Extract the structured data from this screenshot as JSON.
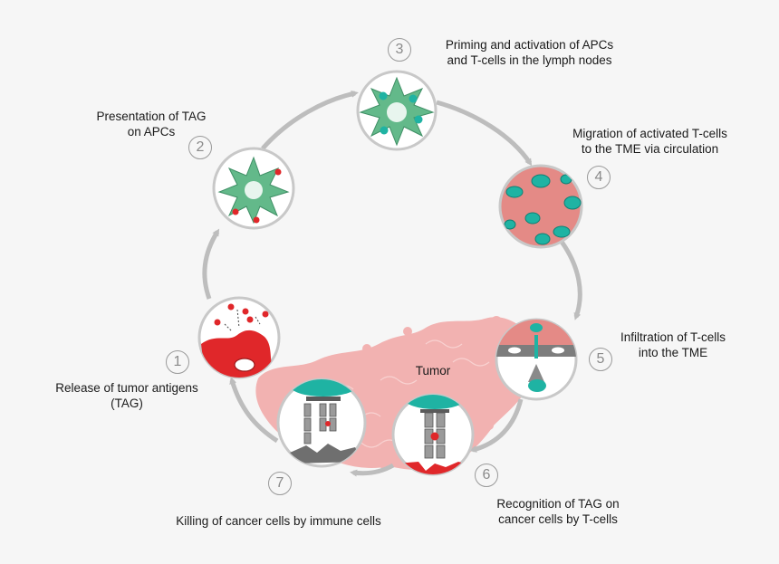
{
  "steps": [
    {
      "num": "1",
      "label": "Release of tumor antigens\n(TAG)"
    },
    {
      "num": "2",
      "label": "Presentation of TAG\non APCs"
    },
    {
      "num": "3",
      "label": "Priming and activation of APCs\nand T-cells in the lymph nodes"
    },
    {
      "num": "4",
      "label": "Migration of activated T-cells\nto the TME via circulation"
    },
    {
      "num": "5",
      "label": "Infiltration of T-cells\ninto the TME"
    },
    {
      "num": "6",
      "label": "Recognition of TAG on\ncancer cells by T-cells"
    },
    {
      "num": "7",
      "label": "Killing of cancer cells by immune cells"
    }
  ],
  "tumor_label": "Tumor",
  "colors": {
    "arrow": "#bdbdbd",
    "apc_green": "#63b98a",
    "teal": "#1fb3a3",
    "cancer_red": "#e0272a",
    "blood_pink": "#e48a86",
    "tumor_pink": "#f2a7a6",
    "receptor_gray": "#808080"
  }
}
